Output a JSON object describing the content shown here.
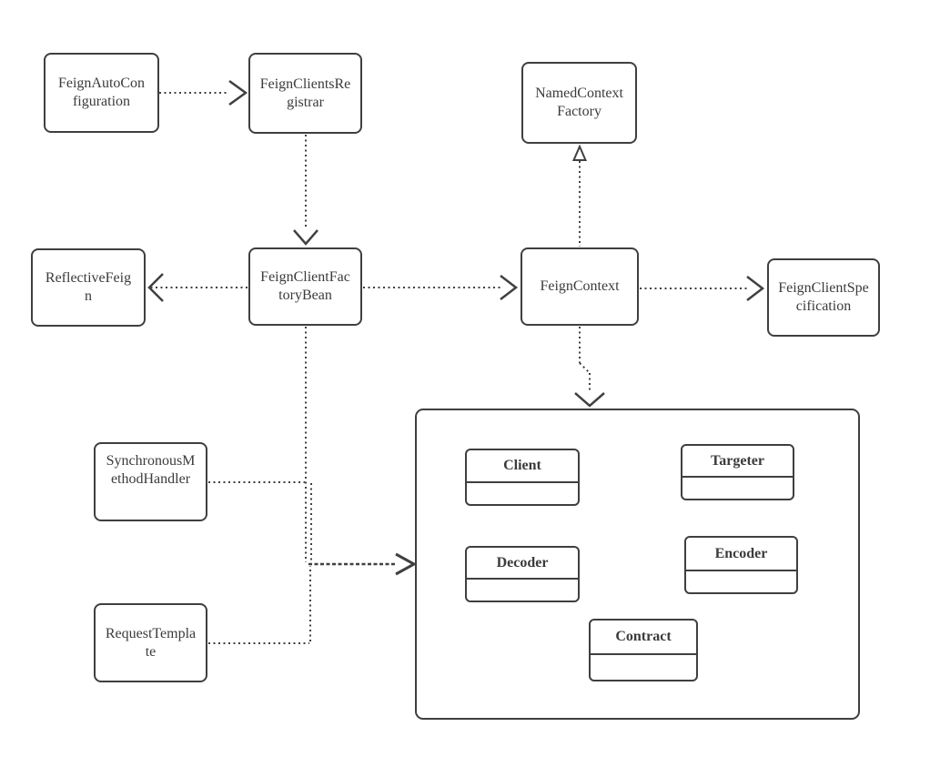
{
  "diagram": {
    "type": "uml-dependency-diagram",
    "nodes": [
      {
        "id": "feign-auto-configuration",
        "label": "FeignAutoCon\nfiguration"
      },
      {
        "id": "feign-clients-registrar",
        "label": "FeignClientsRe\ngistrar"
      },
      {
        "id": "named-context-factory",
        "label": "NamedContext\nFactory"
      },
      {
        "id": "reflective-feign",
        "label": "ReflectiveFeig\nn"
      },
      {
        "id": "feign-client-factory-bean",
        "label": "FeignClientFac\ntoryBean"
      },
      {
        "id": "feign-context",
        "label": "FeignContext"
      },
      {
        "id": "feign-client-specification",
        "label": "FeignClientSpe\ncification"
      },
      {
        "id": "synchronous-method-handler",
        "label": "SynchronousM\nethodHandler"
      },
      {
        "id": "request-template",
        "label": "RequestTempla\nte"
      }
    ],
    "container_classes": [
      {
        "id": "client",
        "title": "Client"
      },
      {
        "id": "targeter",
        "title": "Targeter"
      },
      {
        "id": "decoder",
        "title": "Decoder"
      },
      {
        "id": "encoder",
        "title": "Encoder"
      },
      {
        "id": "contract",
        "title": "Contract"
      }
    ],
    "edges": [
      {
        "from": "FeignAutoConfiguration",
        "to": "FeignClientsRegistrar",
        "style": "dotted",
        "arrow": "open"
      },
      {
        "from": "FeignClientsRegistrar",
        "to": "FeignClientFactoryBean",
        "style": "dotted",
        "arrow": "open"
      },
      {
        "from": "FeignClientFactoryBean",
        "to": "ReflectiveFeign",
        "style": "dotted",
        "arrow": "open"
      },
      {
        "from": "FeignClientFactoryBean",
        "to": "FeignContext",
        "style": "dotted",
        "arrow": "open"
      },
      {
        "from": "FeignContext",
        "to": "NamedContextFactory",
        "style": "dotted",
        "arrow": "hollow-triangle"
      },
      {
        "from": "FeignContext",
        "to": "FeignClientSpecification",
        "style": "dotted",
        "arrow": "open"
      },
      {
        "from": "FeignContext",
        "to": "components-container",
        "style": "dotted",
        "arrow": "open"
      },
      {
        "from": "SynchronousMethodHandler",
        "to": "FeignClientFactoryBean-line",
        "style": "dotted",
        "arrow": "none"
      },
      {
        "from": "RequestTemplate",
        "to": "FeignClientFactoryBean-line",
        "style": "dotted",
        "arrow": "none"
      },
      {
        "from": "FeignClientFactoryBean",
        "to": "components-container",
        "style": "dashed",
        "arrow": "open"
      }
    ],
    "colors": {
      "line": "#404040",
      "node_border": "#3f3f3f",
      "node_fill": "#ffffff",
      "text": "#3b3b3b",
      "background": "#ffffff"
    }
  }
}
